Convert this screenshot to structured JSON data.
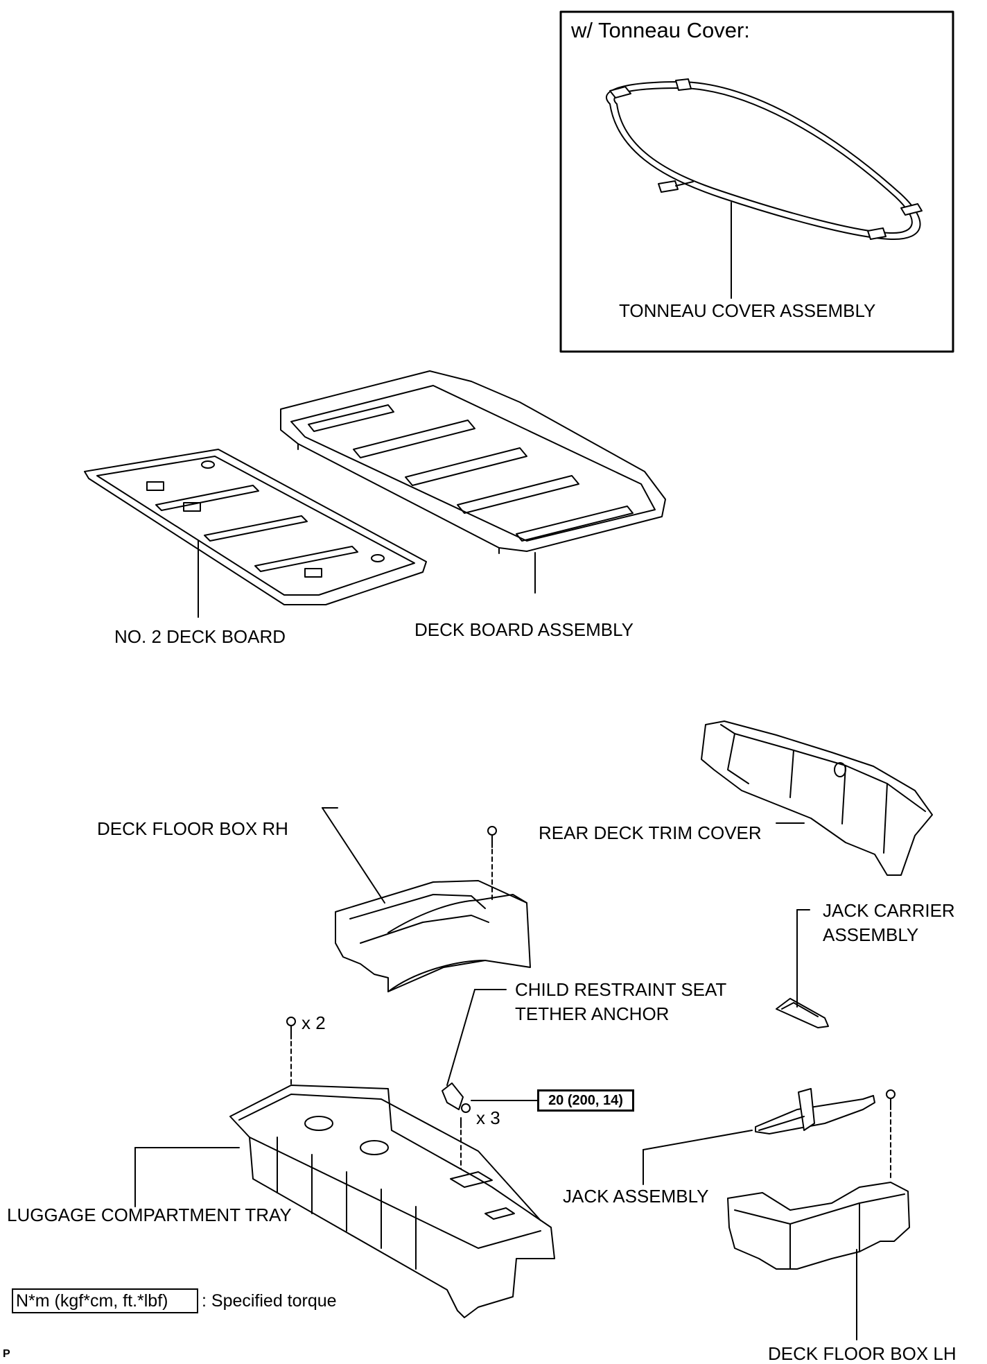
{
  "inset": {
    "title": "w/ Tonneau Cover:",
    "label": "TONNEAU COVER ASSEMBLY"
  },
  "labels": {
    "no2_deck_board": "NO. 2 DECK BOARD",
    "deck_board_assembly": "DECK BOARD ASSEMBLY",
    "deck_floor_box_rh": "DECK FLOOR BOX RH",
    "rear_deck_trim_cover": "REAR DECK TRIM COVER",
    "jack_carrier_line1": "JACK CARRIER",
    "jack_carrier_line2": "ASSEMBLY",
    "child_restraint_line1": "CHILD RESTRAINT SEAT",
    "child_restraint_line2": "TETHER ANCHOR",
    "qty_x2": "x 2",
    "qty_x3": "x 3",
    "jack_assembly": "JACK ASSEMBLY",
    "luggage_tray": "LUGGAGE COMPARTMENT TRAY",
    "deck_floor_box_lh": "DECK FLOOR BOX LH"
  },
  "torque": {
    "value": "20 (200, 14)"
  },
  "legend": {
    "unit": "N*m (kgf*cm, ft.*lbf)",
    "text": ": Specified torque"
  },
  "page_mark": "P"
}
